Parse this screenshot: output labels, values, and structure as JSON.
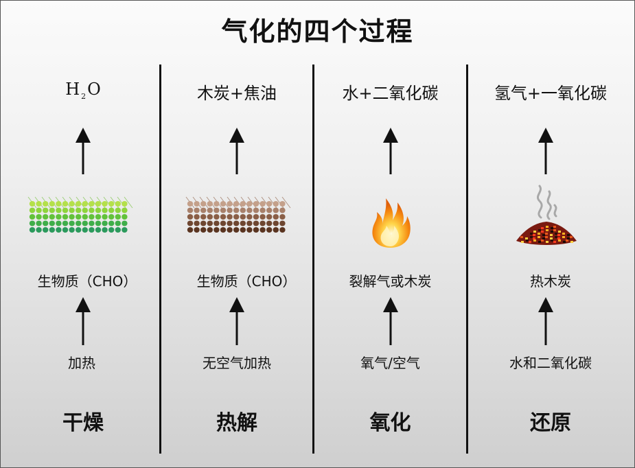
{
  "title": "气化的四个过程",
  "columns": [
    {
      "product_main": "H",
      "product_sub": "2",
      "product_tail": "O",
      "mid": "生物质（CHO）",
      "input": "加热",
      "stage": "干燥",
      "icon": "green-biomass-grid-icon",
      "color": "#4cbb3a"
    },
    {
      "product": "木炭+焦油",
      "mid": "生物质（CHO）",
      "input": "无空气加热",
      "stage": "热解",
      "icon": "brown-biomass-grid-icon",
      "color": "#7a4a2a"
    },
    {
      "product": "水+二氧化碳",
      "mid": "裂解气或木炭",
      "input": "氧气/空气",
      "stage": "氧化",
      "icon": "flame-icon",
      "color": "#f59a12"
    },
    {
      "product": "氢气+一氧化碳",
      "mid": "热木炭",
      "input": "水和二氧化碳",
      "stage": "还原",
      "icon": "hot-charcoal-smoke-icon",
      "color": "#c8281e"
    }
  ]
}
